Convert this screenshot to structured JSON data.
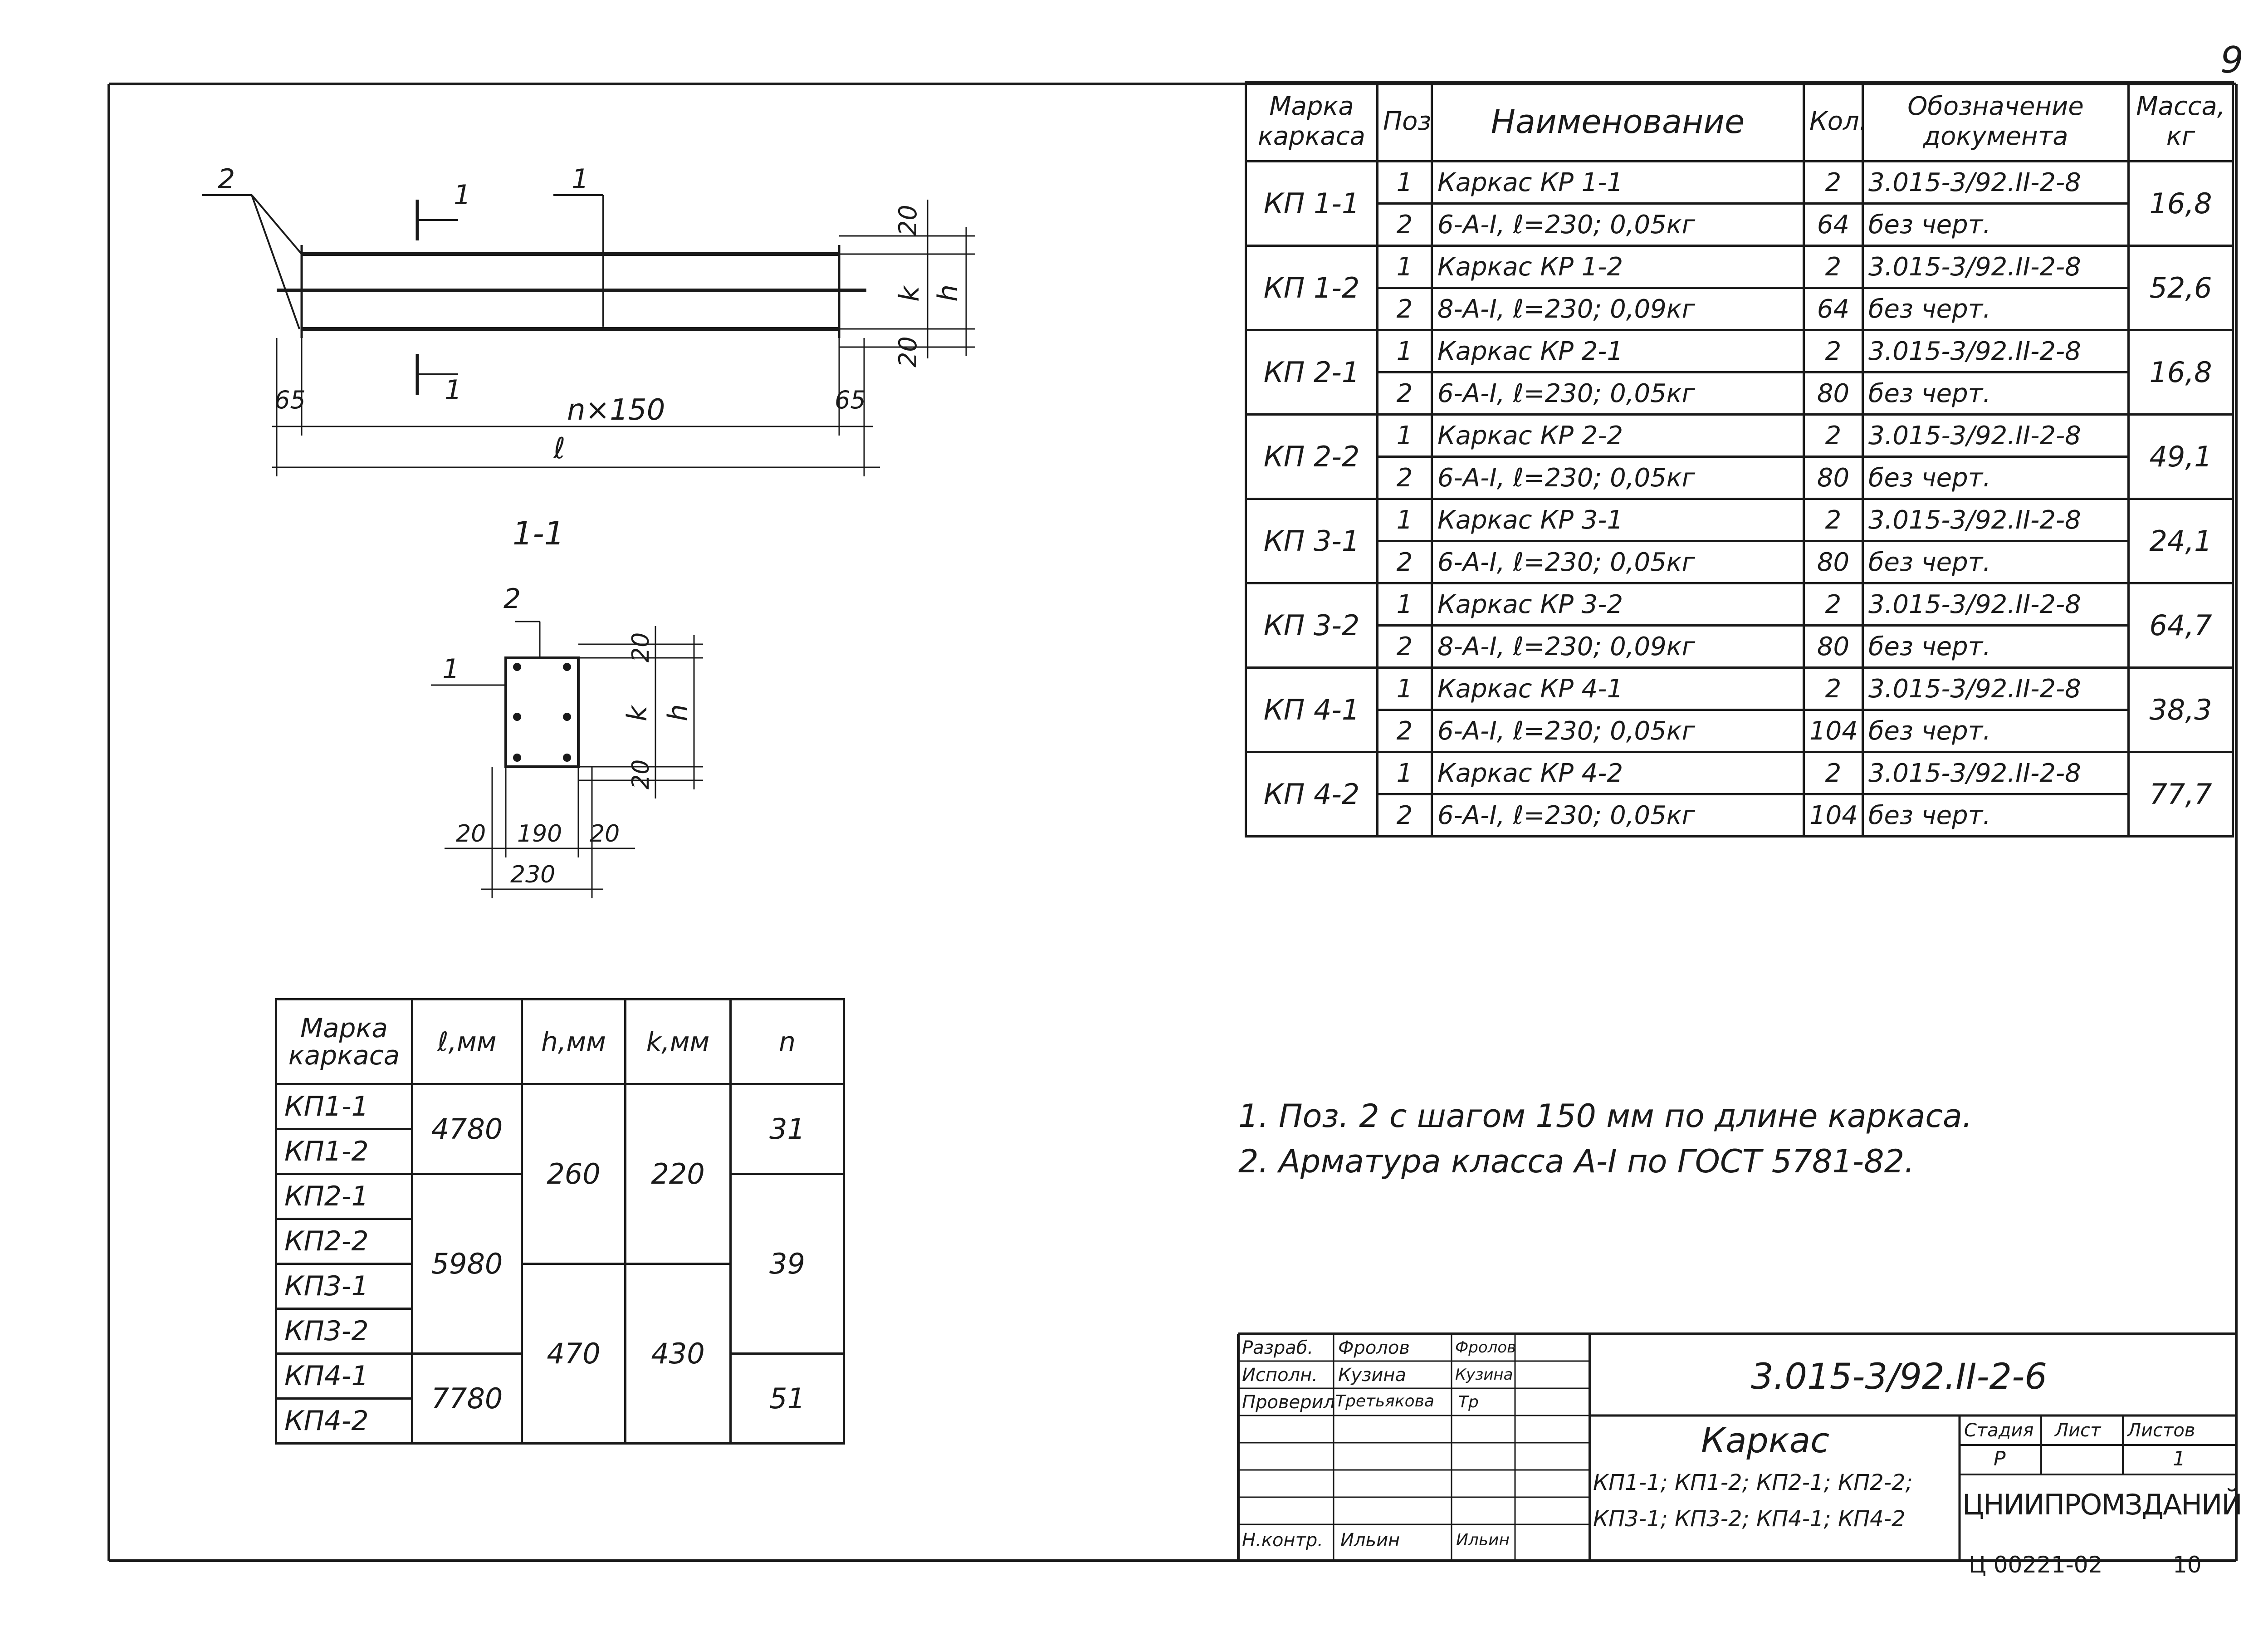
{
  "page_number": "9",
  "drawing": {
    "callouts": {
      "bar2": "2",
      "bar1": "1",
      "cut1_top": "1",
      "cut1_bottom": "1"
    },
    "dims": {
      "top_cover": "20",
      "bottom_cover": "20",
      "k": "k",
      "h": "h",
      "end_left": "65",
      "end_right": "65",
      "spacing": "n×150",
      "length": "ℓ"
    },
    "section_title": "1-1",
    "section": {
      "bar2": "2",
      "bar1": "1",
      "top_cover": "20",
      "bottom_cover": "20",
      "k": "k",
      "h": "h",
      "w_left": "20",
      "w_mid": "190",
      "w_right": "20",
      "w_total": "230"
    }
  },
  "spec_table": {
    "headers": {
      "mark": "Марка каркаса",
      "pos": "Поз.",
      "name": "Наименование",
      "qty": "Кол.",
      "doc": "Обозначение документа",
      "mass": "Масса, кг"
    },
    "rows": [
      {
        "mark": "КП 1-1",
        "mass": "16,8",
        "items": [
          {
            "pos": "1",
            "name": "Каркас КР 1-1",
            "qty": "2",
            "doc": "3.015-3/92.II-2-8"
          },
          {
            "pos": "2",
            "name": "6-А-I, ℓ=230; 0,05кг",
            "qty": "64",
            "doc": "без черт."
          }
        ]
      },
      {
        "mark": "КП 1-2",
        "mass": "52,6",
        "items": [
          {
            "pos": "1",
            "name": "Каркас КР 1-2",
            "qty": "2",
            "doc": "3.015-3/92.II-2-8"
          },
          {
            "pos": "2",
            "name": "8-А-I, ℓ=230; 0,09кг",
            "qty": "64",
            "doc": "без черт."
          }
        ]
      },
      {
        "mark": "КП 2-1",
        "mass": "16,8",
        "items": [
          {
            "pos": "1",
            "name": "Каркас КР 2-1",
            "qty": "2",
            "doc": "3.015-3/92.II-2-8"
          },
          {
            "pos": "2",
            "name": "6-А-I, ℓ=230; 0,05кг",
            "qty": "80",
            "doc": "без черт."
          }
        ]
      },
      {
        "mark": "КП 2-2",
        "mass": "49,1",
        "items": [
          {
            "pos": "1",
            "name": "Каркас КР 2-2",
            "qty": "2",
            "doc": "3.015-3/92.II-2-8"
          },
          {
            "pos": "2",
            "name": "6-А-I, ℓ=230; 0,05кг",
            "qty": "80",
            "doc": "без черт."
          }
        ]
      },
      {
        "mark": "КП 3-1",
        "mass": "24,1",
        "items": [
          {
            "pos": "1",
            "name": "Каркас КР 3-1",
            "qty": "2",
            "doc": "3.015-3/92.II-2-8"
          },
          {
            "pos": "2",
            "name": "6-А-I, ℓ=230; 0,05кг",
            "qty": "80",
            "doc": "без черт."
          }
        ]
      },
      {
        "mark": "КП 3-2",
        "mass": "64,7",
        "items": [
          {
            "pos": "1",
            "name": "Каркас КР 3-2",
            "qty": "2",
            "doc": "3.015-3/92.II-2-8"
          },
          {
            "pos": "2",
            "name": "8-А-I, ℓ=230; 0,09кг",
            "qty": "80",
            "doc": "без черт."
          }
        ]
      },
      {
        "mark": "КП 4-1",
        "mass": "38,3",
        "items": [
          {
            "pos": "1",
            "name": "Каркас КР 4-1",
            "qty": "2",
            "doc": "3.015-3/92.II-2-8"
          },
          {
            "pos": "2",
            "name": "6-А-I, ℓ=230; 0,05кг",
            "qty": "104",
            "doc": "без черт."
          }
        ]
      },
      {
        "mark": "КП 4-2",
        "mass": "77,7",
        "items": [
          {
            "pos": "1",
            "name": "Каркас КР 4-2",
            "qty": "2",
            "doc": "3.015-3/92.II-2-8"
          },
          {
            "pos": "2",
            "name": "6-А-I, ℓ=230; 0,05кг",
            "qty": "104",
            "doc": "без черт."
          }
        ]
      }
    ]
  },
  "dim_table": {
    "headers": {
      "mark": "Марка каркаса",
      "l": "ℓ,мм",
      "h": "h,мм",
      "k": "k,мм",
      "n": "n"
    },
    "marks": [
      "КП1-1",
      "КП1-2",
      "КП2-1",
      "КП2-2",
      "КП3-1",
      "КП3-2",
      "КП4-1",
      "КП4-2"
    ],
    "l_values": [
      "4780",
      "5980",
      "7780"
    ],
    "h_values": [
      "260",
      "470"
    ],
    "k_values": [
      "220",
      "430"
    ],
    "n_values": [
      "31",
      "39",
      "51"
    ]
  },
  "notes": [
    "1. Поз. 2 с шагом 150 мм по длине каркаса.",
    "2. Арматура класса А-I по ГОСТ 5781-82."
  ],
  "title_block": {
    "code": "3.015-3/92.II-2-6",
    "title": "Каркас",
    "subtitle_line1": "КП1-1; КП1-2; КП2-1; КП2-2;",
    "subtitle_line2": "КП3-1; КП3-2; КП4-1; КП4-2",
    "stage_label": "Стадия",
    "sheet_label": "Лист",
    "sheets_label": "Листов",
    "stage": "Р",
    "sheets": "1",
    "org": "ЦНИИПРОМЗДАНИЙ",
    "roles": [
      {
        "role": "Разраб.",
        "name": "Фролов",
        "sign": "Фролов"
      },
      {
        "role": "Исполн.",
        "name": "Кузина",
        "sign": "Кузина"
      },
      {
        "role": "Проверил",
        "name": "Третьякова",
        "sign": "Тр"
      },
      {
        "role": "Н.контр.",
        "name": "Ильин",
        "sign": "Ильин"
      }
    ]
  },
  "stamp": {
    "inventory": "Ц 00221-02",
    "number": "10"
  }
}
